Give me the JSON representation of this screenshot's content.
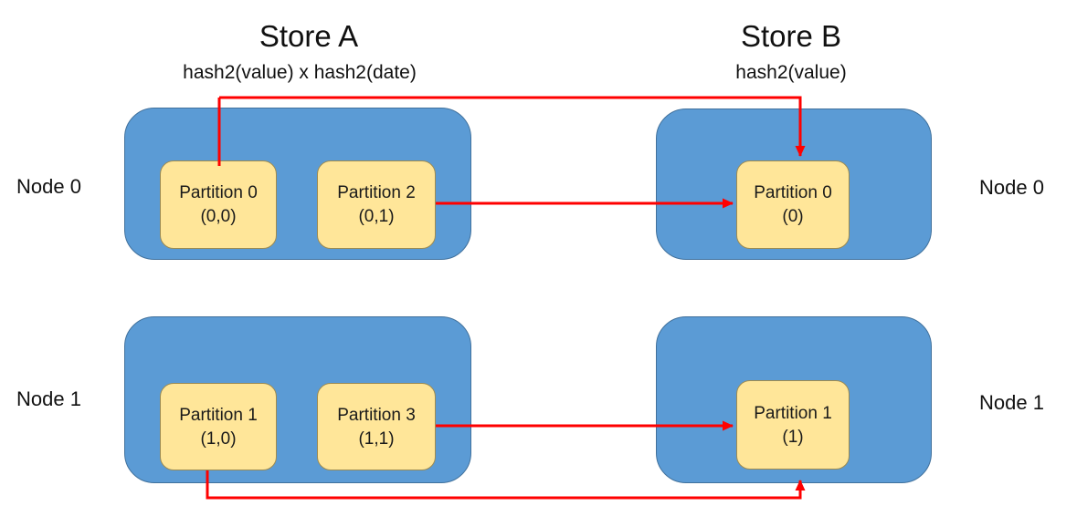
{
  "store_a": {
    "title": "Store A",
    "subtitle": "hash2(value) x hash2(date)",
    "nodes": [
      {
        "label": "Node 0",
        "partitions": [
          {
            "name": "Partition 0",
            "coords": "(0,0)"
          },
          {
            "name": "Partition 2",
            "coords": "(0,1)"
          }
        ]
      },
      {
        "label": "Node 1",
        "partitions": [
          {
            "name": "Partition 1",
            "coords": "(1,0)"
          },
          {
            "name": "Partition 3",
            "coords": "(1,1)"
          }
        ]
      }
    ]
  },
  "store_b": {
    "title": "Store B",
    "subtitle": "hash2(value)",
    "nodes": [
      {
        "label": "Node 0",
        "partitions": [
          {
            "name": "Partition 0",
            "coords": "(0)"
          }
        ]
      },
      {
        "label": "Node 1",
        "partitions": [
          {
            "name": "Partition 1",
            "coords": "(1)"
          }
        ]
      }
    ]
  },
  "arrows": [
    {
      "from": "hash2(value) x hash2(date)",
      "to": "Store A Partition 0 (0,0)",
      "arrowhead": false
    },
    {
      "from": "hash2(value) x hash2(date)",
      "to": "Store B Partition 0 (0)",
      "arrowhead": true
    },
    {
      "from": "Store A Partition 2 (0,1)",
      "to": "Store B Partition 0 (0)",
      "arrowhead": true
    },
    {
      "from": "Store A Partition 3 (1,1)",
      "to": "Store B Partition 1 (1)",
      "arrowhead": true
    },
    {
      "from": "Store A Partition 1 (1,0)",
      "to": "Store B Partition 1 (1)",
      "arrowhead": true
    }
  ],
  "colors": {
    "node_fill": "#5B9BD5",
    "node_border": "#41719C",
    "partition_fill": "#FFE699",
    "partition_border": "#9C8B52",
    "arrow": "#FF0000",
    "text": "#1A1A1A"
  }
}
